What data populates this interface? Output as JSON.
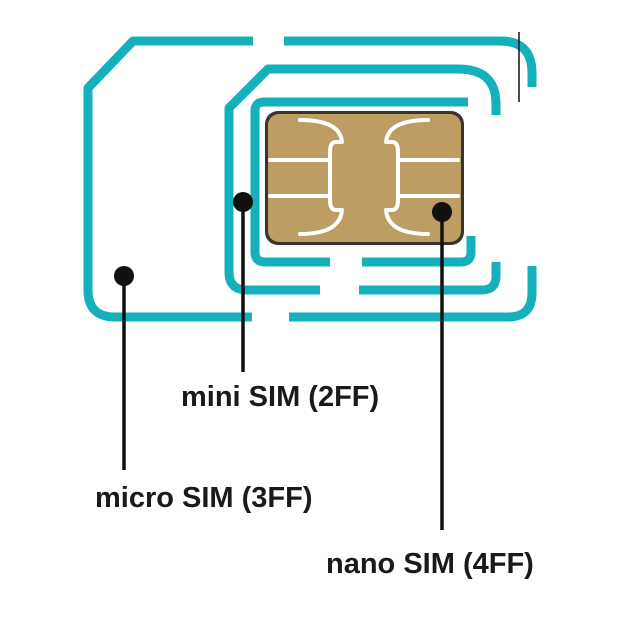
{
  "labels": {
    "mini": "mini SIM (2FF)",
    "micro": "micro SIM (3FF)",
    "nano": "nano SIM (4FF)"
  },
  "colors": {
    "outline": "#14b0bc",
    "chip": "#bd9d62",
    "chip_border": "#3b342a",
    "chip_gap": "#ffffff",
    "leader": "#111111",
    "text": "#1a1a1a"
  }
}
